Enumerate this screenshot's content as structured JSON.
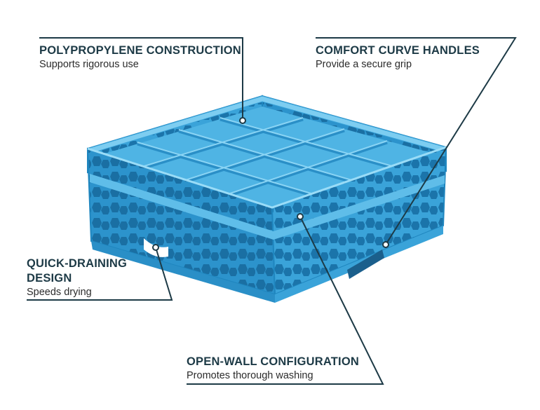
{
  "colors": {
    "line": "#1d3a46",
    "rack_light": "#6ec6ee",
    "rack_mid": "#3fa9dc",
    "rack_dark": "#1f86bf",
    "rack_shadow": "#17689a"
  },
  "callouts": {
    "polypropylene": {
      "title": "POLYPROPYLENE CONSTRUCTION",
      "subtitle": "Supports rigorous use"
    },
    "comfort": {
      "title": "COMFORT CURVE HANDLES",
      "subtitle": "Provide a secure grip"
    },
    "draining": {
      "title_line1": "QUICK-DRAINING",
      "title_line2": "DESIGN",
      "subtitle": "Speeds drying"
    },
    "open_wall": {
      "title": "OPEN-WALL CONFIGURATION",
      "subtitle": "Promotes thorough washing"
    }
  }
}
